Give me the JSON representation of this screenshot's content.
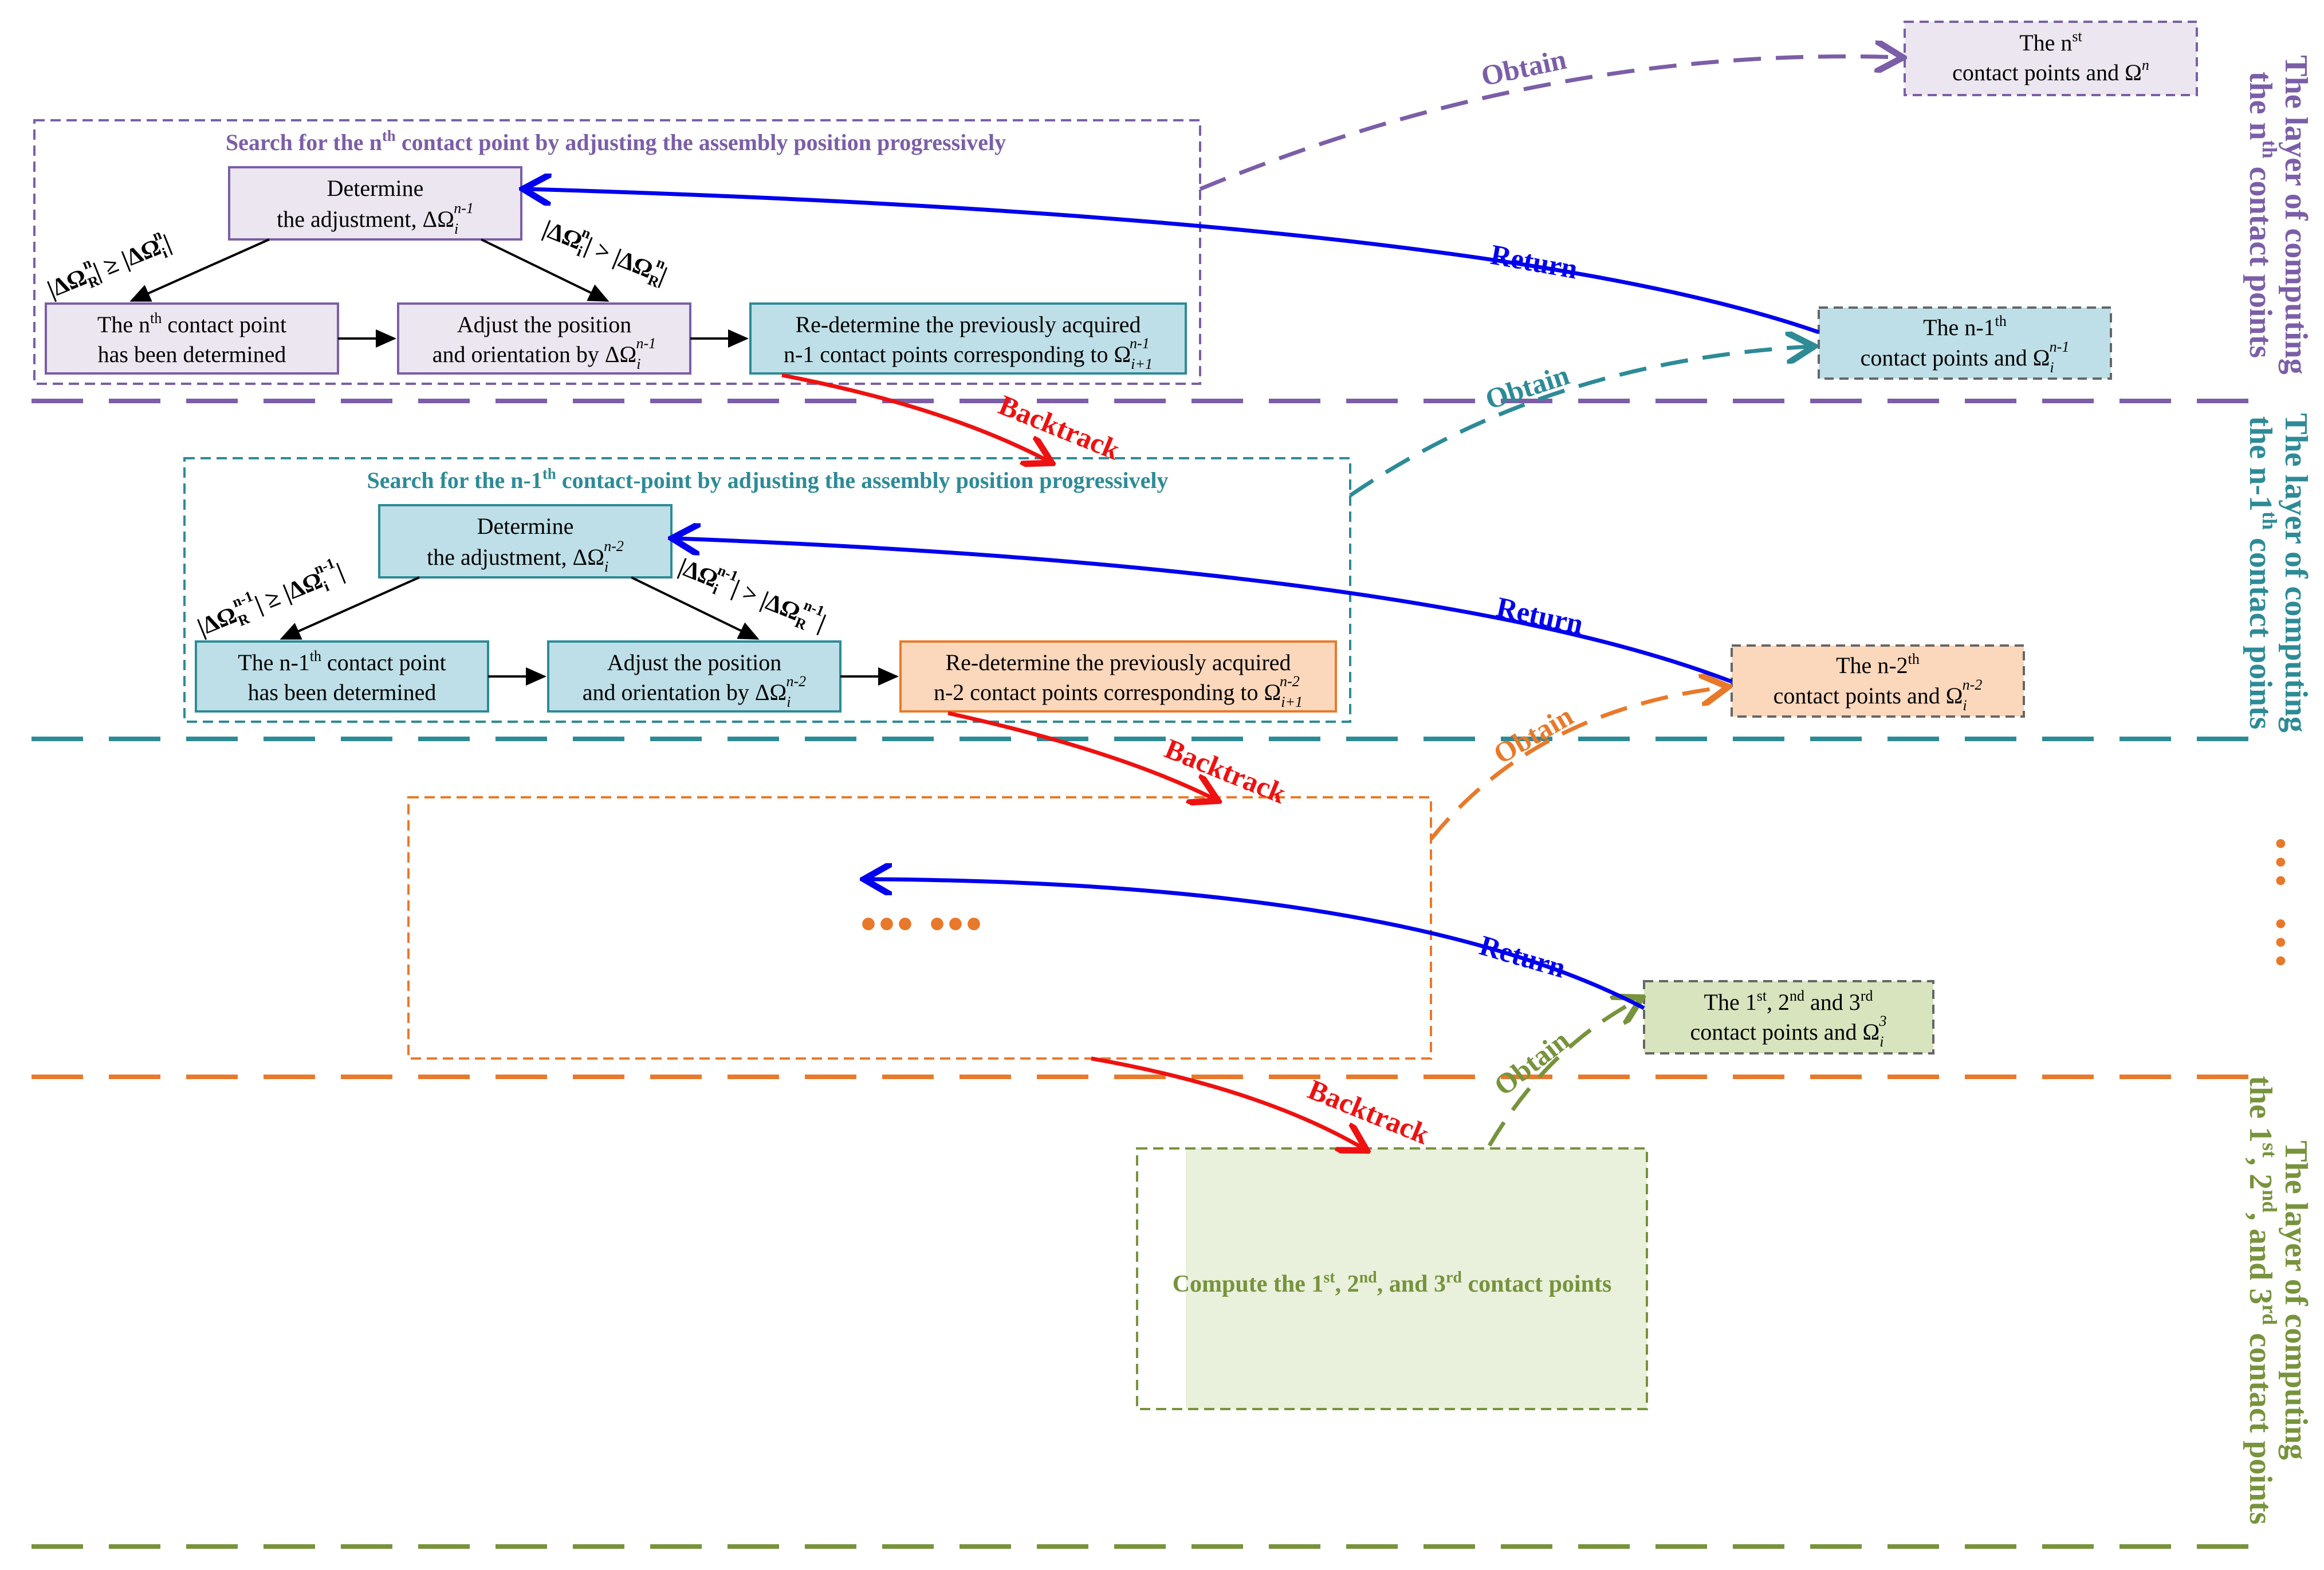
{
  "colors": {
    "purple": "#7b5ea7",
    "teal": "#2d8b96",
    "orange": "#e8792a",
    "green": "#77933c",
    "blue": "#0000ee",
    "red": "#ee1111",
    "black": "#000000",
    "purple_fill": "#ebe6ef",
    "teal_fill": "#bedfe7",
    "orange_fill": "#fbd7bc",
    "green_fill": "#d7e4bd",
    "green_box_fill": "#e9f0dc"
  },
  "layers": {
    "n": {
      "line1": "The layer of computing",
      "line2_a": "the n",
      "line2_sup": "th",
      "line2_b": " contact points"
    },
    "n1": {
      "line1": "The layer of computing",
      "line2_a": "the n-1",
      "line2_sup": "th",
      "line2_b": " contact points"
    },
    "dots": "… …",
    "l123": {
      "line1": "The layer of computing",
      "line2_a": "the 1",
      "line2_sup1": "st",
      "line2_b": ", 2",
      "line2_sup2": "nd",
      "line2_c": ", and 3",
      "line2_sup3": "rd",
      "line2_d": " contact points"
    }
  },
  "top_section": {
    "title_a": "Search for the n",
    "title_sup": "th",
    "title_b": " contact point by adjusting the assembly position progressively",
    "determine": {
      "line1": "Determine",
      "line2": "the  adjustment, ΔΩ",
      "sub": "i",
      "sup": "n-1"
    },
    "determined": {
      "line1_a": "The n",
      "line1_sup": "th",
      "line1_b": " contact point",
      "line2": "has been determined"
    },
    "adjust": {
      "line1": "Adjust the position",
      "line2": "and orientation by ΔΩ",
      "sub": "i",
      "sup": "n-1"
    },
    "redetermine": {
      "line1": "Re-determine the previously acquired",
      "line2": "n-1 contact points corresponding to Ω",
      "sub": "i+1",
      "sup": "n-1"
    },
    "cond_left": {
      "a": "|ΔΩ",
      "a_sub": "R",
      "a_sup": "n",
      "mid": "| ≥ |ΔΩ",
      "b_sub": "i",
      "b_sup": "n",
      "end": "|"
    },
    "cond_right": {
      "a": "|ΔΩ",
      "a_sub": "i",
      "a_sup": "n",
      "mid": "| > |ΔΩ",
      "b_sub": "R",
      "b_sup": "n",
      "end": "|"
    }
  },
  "mid_section": {
    "title_a": "Search for the n-1",
    "title_sup": "th",
    "title_b": " contact-point by adjusting the assembly position progressively",
    "determine": {
      "line1": "Determine",
      "line2": "the  adjustment, ΔΩ",
      "sub": "i",
      "sup": "n-2"
    },
    "determined": {
      "line1_a": "The n-1",
      "line1_sup": "th",
      "line1_b": " contact point",
      "line2": "has been determined"
    },
    "adjust": {
      "line1": "Adjust the position",
      "line2": "and orientation by ΔΩ",
      "sub": "i",
      "sup": "n-2"
    },
    "redetermine": {
      "line1": "Re-determine the previously acquired",
      "line2": "n-2 contact points corresponding to Ω",
      "sub": "i+1",
      "sup": "n-2"
    },
    "cond_left": {
      "a": "|ΔΩ",
      "a_sub": "R",
      "a_sup": "n-1",
      "mid": "| ≥ |ΔΩ",
      "b_sub": "i",
      "b_sup": "n-1",
      "end": "|"
    },
    "cond_right": {
      "a": "|ΔΩ",
      "a_sub": "i",
      "a_sup": "n-1",
      "mid": "| > |ΔΩ",
      "b_sub": "R",
      "b_sup": "n-1",
      "end": "|"
    }
  },
  "dots_section": {
    "dots": "•••   •••"
  },
  "bottom_section": {
    "compute_a": "Compute the 1",
    "compute_sup1": "st",
    "compute_b": ", 2",
    "compute_sup2": "nd",
    "compute_c": ", and 3",
    "compute_sup3": "rd",
    "compute_d": "  contact points"
  },
  "results": {
    "nth": {
      "line1_a": "The n",
      "line1_sup": "st",
      "line2": "contact points and  Ω",
      "sup": "n"
    },
    "n1th": {
      "line1_a": "The n-1",
      "line1_sup": "th",
      "line2": "contact points and Ω",
      "sub": "i",
      "sup": "n-1"
    },
    "n2th": {
      "line1_a": "The n-2",
      "line1_sup": "th",
      "line2": "contact points and Ω",
      "sub": "i",
      "sup": "n-2"
    },
    "first3": {
      "line1_a": "The 1",
      "line1_sup1": "st",
      "line1_b": ", 2",
      "line1_sup2": "nd",
      "line1_c": " and 3",
      "line1_sup3": "rd",
      "line2": "contact points and  Ω",
      "sub": "i",
      "sup": "3"
    }
  },
  "arrows": {
    "obtain": "Obtain",
    "return": "Return",
    "backtrack": "Backtrack"
  }
}
